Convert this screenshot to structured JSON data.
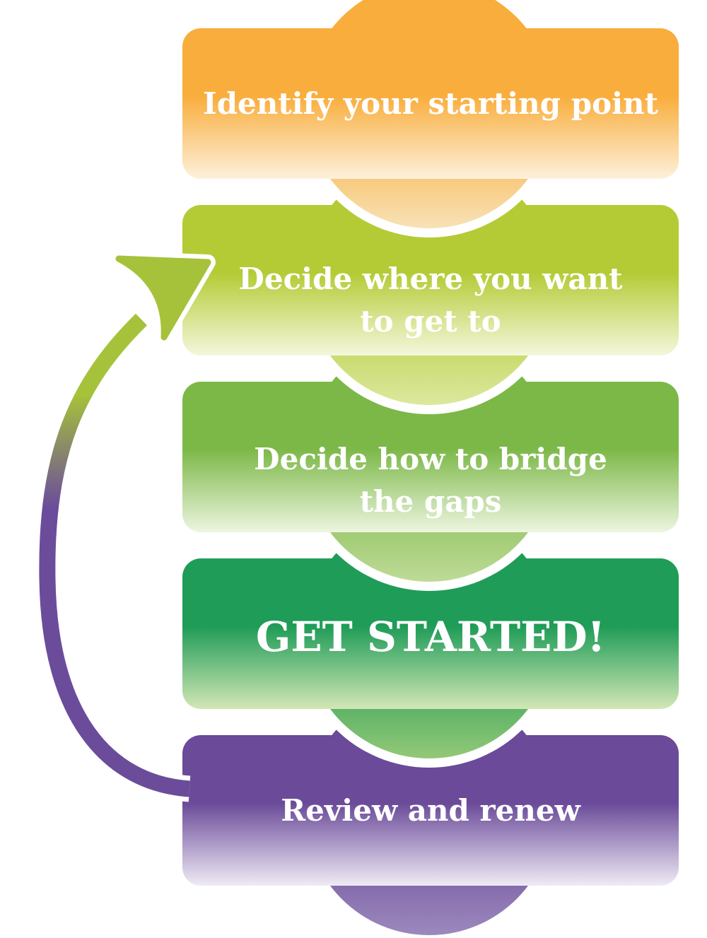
{
  "diagram": {
    "kind": "process-loop",
    "background": "#ffffff",
    "text_color": "#ffffff"
  },
  "steps": [
    {
      "lines": [
        "Identify your starting point"
      ],
      "color": "#F9AD3C",
      "fade": "#FDF1DB",
      "tip": "#F7E2B6"
    },
    {
      "lines": [
        "Decide where you want",
        "to get to"
      ],
      "color": "#B4CB35",
      "fade": "#F5F7DC",
      "tip": "#DCE89E"
    },
    {
      "lines": [
        "Decide how to bridge",
        "the gaps"
      ],
      "color": "#7CB848",
      "fade": "#EDF5E0",
      "tip": "#BEDB97"
    },
    {
      "lines": [
        "GET STARTED!"
      ],
      "color": "#1F9C57",
      "fade": "#D2E7B5",
      "tip": "#93C877"
    },
    {
      "lines": [
        "Review and renew"
      ],
      "color": "#6A4A99",
      "fade": "#EFEBF5",
      "tip": "#9C89BD"
    }
  ],
  "arrow": {
    "description": "loop back from step 5 to step 2",
    "color_start": "#6B4C9B",
    "color_end": "#A6C23A",
    "casing": "#ffffff"
  }
}
